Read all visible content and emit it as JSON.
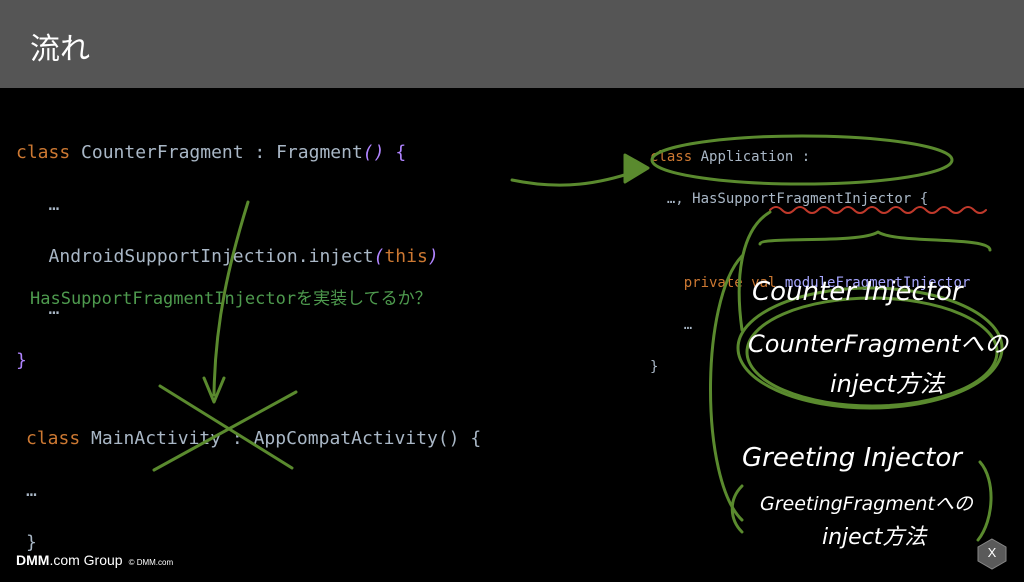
{
  "header": {
    "title": "流れ"
  },
  "code_left": {
    "line1_kw": "class",
    "line1_name": "CounterFragment : Fragment",
    "line1_paren": "()",
    "line1_brace": "{",
    "line2": "…",
    "line3_call": "AndroidSupportInjection.inject",
    "line3_paren_open": "(",
    "line3_arg": "this",
    "line3_paren_close": ")",
    "line4": "…",
    "line5_brace": "}"
  },
  "question": "HasSupportFragmentInjectorを実装してるか？",
  "code_main": {
    "line1_kw": "class",
    "line1_name": "MainActivity : AppCompatActivity() {",
    "line2": "…",
    "line3": "}"
  },
  "code_right": {
    "line1_kw": "class",
    "line1_name": "Application :",
    "line2": "…, HasSupportFragmentInjector {",
    "line3_kw": "private val",
    "line3_name": "moduleFragmentInjector",
    "line4": "…",
    "line5": "}"
  },
  "annotations": {
    "counter_injector": "Counter Injector",
    "counter_desc1": "CounterFragmentへの",
    "counter_desc2": "inject方法",
    "greeting_injector": "Greeting Injector",
    "greeting_desc1": "GreetingFragmentへの",
    "greeting_desc2": "inject方法",
    "color": "#5a8a2e"
  },
  "footer": {
    "logo": "DMM",
    "logo_suffix": ".com Group",
    "copyright": "© DMM.com"
  },
  "close_button": {
    "label": "X"
  }
}
